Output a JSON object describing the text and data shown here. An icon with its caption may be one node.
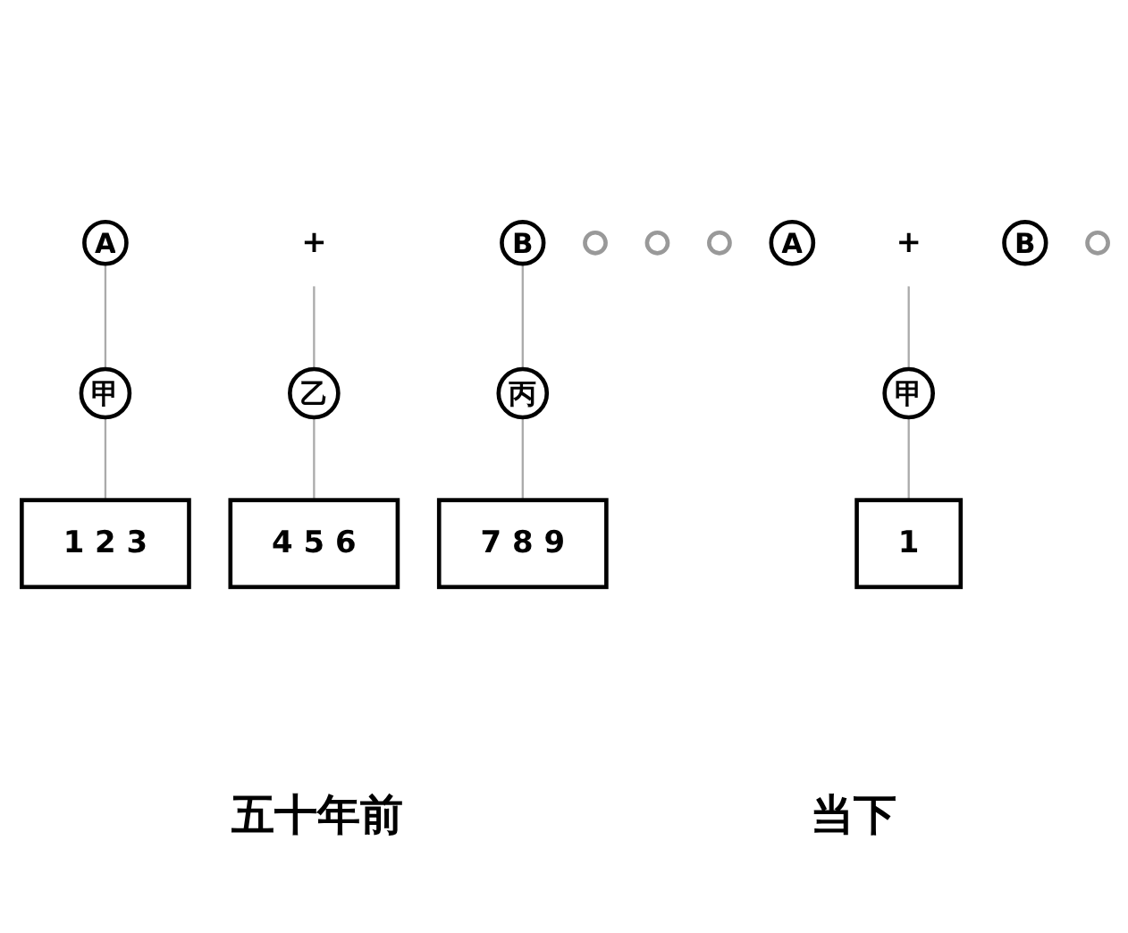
{
  "diagram": {
    "nodes": [
      {
        "text": [
          "A"
        ]
      },
      {
        "text": [
          "+"
        ]
      },
      {
        "text": [
          "B"
        ]
      },
      {
        "text": [
          "甲"
        ]
      },
      {
        "text": [],
        "shape": "circle"
      },
      {
        "text": [
          "乙"
        ]
      },
      {
        "text": [],
        "shape": "circle"
      },
      {
        "text": [
          "丙"
        ]
      },
      {
        "text": [],
        "shape": "circle"
      },
      {
        "text": [
          "1 2 3"
        ]
      },
      {
        "text": [
          "4 5 6"
        ]
      },
      {
        "text": [
          "7 8 9"
        ]
      },
      {
        "text": [
          "A"
        ]
      },
      {
        "text": [
          "+"
        ]
      },
      {
        "text": [
          "B"
        ]
      },
      {
        "text": [
          "甲"
        ]
      },
      {
        "text": [],
        "shape": "circle"
      },
      {
        "text": [
          "1"
        ]
      }
    ],
    "edges": [
      {
        "from": 0,
        "to": 3,
        "arrow": "none"
      },
      {
        "from": 1,
        "to": 5,
        "arrow": "none"
      },
      {
        "from": 2,
        "to": 7,
        "arrow": "none"
      },
      {
        "from": 3,
        "to": 9,
        "arrow": "none"
      },
      {
        "from": 5,
        "to": 10,
        "arrow": "none"
      },
      {
        "from": 7,
        "to": 11,
        "arrow": "none"
      },
      {
        "from": 13,
        "to": 15,
        "arrow": "none"
      },
      {
        "from": 15,
        "to": 17,
        "arrow": "none"
      }
    ],
    "labels": [
      "五十年前",
      "当下"
    ]
  }
}
